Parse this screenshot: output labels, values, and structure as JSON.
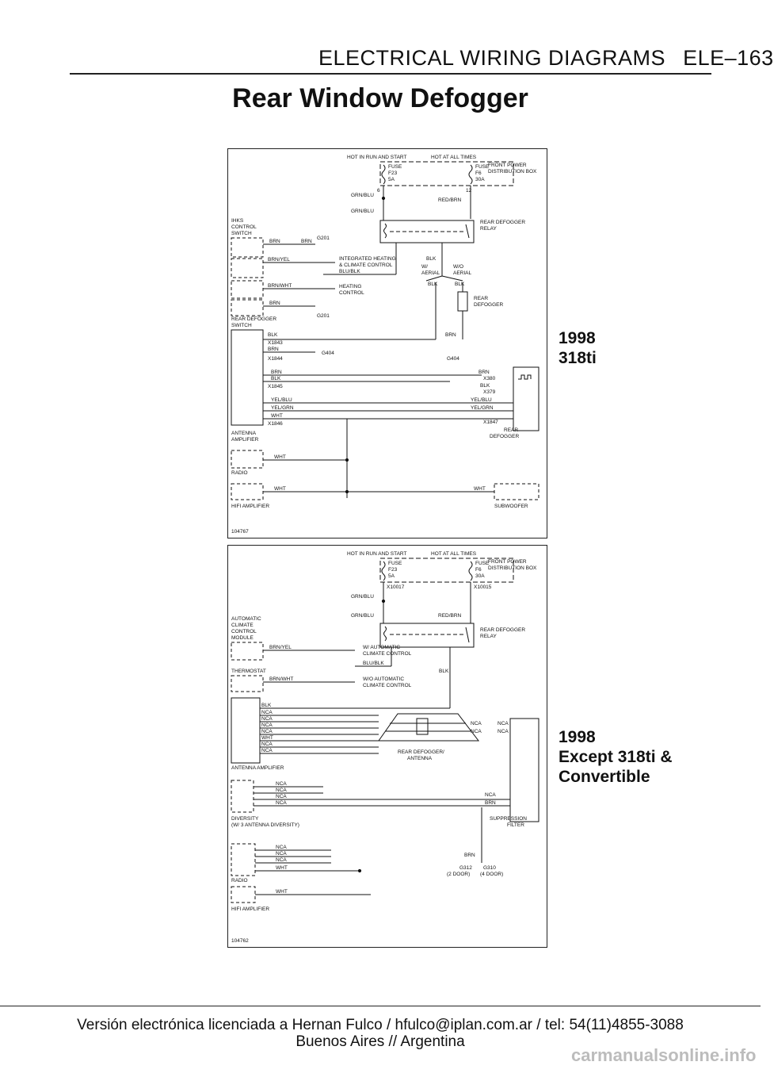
{
  "header": {
    "section": "ELECTRICAL WIRING DIAGRAMS",
    "page": "ELE–163"
  },
  "title": "Rear Window Defogger",
  "diagram1": {
    "id": "104767",
    "model_label": "1998\n318ti",
    "power": {
      "hot_run_start": "HOT IN RUN AND START",
      "hot_all": "HOT AT ALL TIMES",
      "fuse_label": "FUSE",
      "fuse_a_id": "F23",
      "fuse_a_rating": "5A",
      "fuse_b_id": "F6",
      "fuse_b_rating": "30A",
      "box": "FRONT POWER",
      "box2": "DISTRIBUTION BOX",
      "pin_a": "6",
      "pin_b": "12"
    },
    "wires": {
      "grn_blu": "GRN/BLU",
      "red_brn": "RED/BRN",
      "brn": "BRN",
      "brn_yel": "BRN/YEL",
      "blu_blk": "BLU/BLK",
      "brn_wht": "BRN/WHT",
      "blk": "BLK",
      "wht": "WHT",
      "yel_blu": "YEL/BLU",
      "yel_grn": "YEL/GRN"
    },
    "components": {
      "ihks_1": "IHKS",
      "ihks_2": "CONTROL",
      "ihks_3": "SWITCH",
      "relay_1": "REAR DEFOGGER",
      "relay_2": "RELAY",
      "integrated_1": "INTEGRATED HEATING",
      "integrated_2": "& CLIMATE CONTROL",
      "heating_1": "HEATING",
      "heating_2": "CONTROL",
      "w_aerial_1": "W/",
      "w_aerial_2": "AERIAL",
      "wo_aerial_1": "W/O",
      "wo_aerial_2": "AERIAL",
      "rear_def_1": "REAR",
      "rear_def_2": "DEFOGGER",
      "rear_def_sw_1": "REAR DEFOGGER",
      "rear_def_sw_2": "SWITCH",
      "antenna_amp_1": "ANTENNA",
      "antenna_amp_2": "AMPLIFIER",
      "radio": "RADIO",
      "hifi": "HIFI AMPLIFIER",
      "subwoofer": "SUBWOOFER",
      "g201": "G201",
      "g404": "G404",
      "x1843": "X1843",
      "x1844": "X1844",
      "x1845": "X1845",
      "x1846": "X1846",
      "x1847": "X1847",
      "x380": "X380",
      "x379": "X379"
    }
  },
  "diagram2": {
    "id": "104762",
    "model_label": "1998\nExcept 318ti &\nConvertible",
    "power": {
      "hot_run_start": "HOT IN RUN AND START",
      "hot_all": "HOT AT ALL TIMES",
      "fuse_label": "FUSE",
      "fuse_a_id": "F23",
      "fuse_a_rating": "5A",
      "fuse_b_id": "F6",
      "fuse_b_rating": "30A",
      "box": "FRONT POWER",
      "box2": "DISTRIBUTION BOX",
      "x10017": "X10017",
      "x10015": "X10015"
    },
    "components": {
      "acc_1": "AUTOMATIC",
      "acc_2": "CLIMATE",
      "acc_3": "CONTROL",
      "acc_4": "MODULE",
      "relay_1": "REAR DEFOGGER",
      "relay_2": "RELAY",
      "w_auto_1": "W/ AUTOMATIC",
      "w_auto_2": "CLIMATE CONTROL",
      "wo_auto_1": "W/O AUTOMATIC",
      "wo_auto_2": "CLIMATE CONTROL",
      "thermostat": "THERMOSTAT",
      "nca": "NCA",
      "rear_ant_1": "REAR DEFOGGER/",
      "rear_ant_2": "ANTENNA",
      "antenna_amp": "ANTENNA AMPLIFIER",
      "diversity_1": "DIVERSITY",
      "diversity_2": "(W/ 3 ANTENNA DIVERSITY)",
      "suppression_1": "SUPPRESSION",
      "suppression_2": "FILTER",
      "g312": "G312",
      "g310": "G310",
      "two_door": "(2 DOOR)",
      "four_door": "(4 DOOR)",
      "radio": "RADIO",
      "hifi": "HIFI AMPLIFIER"
    }
  },
  "footer": {
    "line1": "Versión electrónica licenciada a Hernan Fulco / hfulco@iplan.com.ar / tel: 54(11)4855-3088",
    "line2": "Buenos Aires // Argentina",
    "watermark": "carmanualsonline.info"
  }
}
